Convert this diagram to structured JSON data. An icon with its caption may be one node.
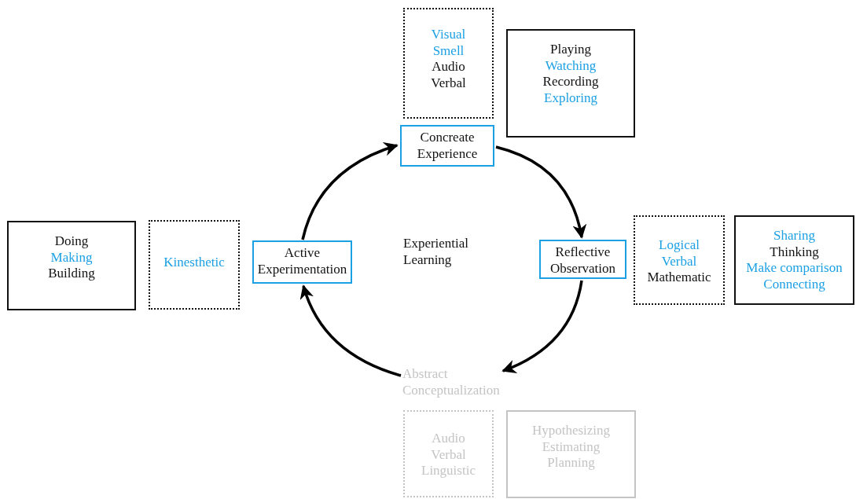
{
  "diagram": {
    "nodes": [
      {
        "text": [
          "Visual",
          "Smell",
          "Audio",
          "Verbal"
        ]
      },
      {
        "text": [
          "Playing",
          "Watching",
          "Recording",
          "Exploring"
        ]
      },
      {
        "text": [
          "Concreate Experience"
        ]
      },
      {
        "text": [
          "Doing",
          "Making",
          "Building"
        ]
      },
      {
        "text": [
          "Kinesthetic"
        ]
      },
      {
        "text": [
          "Active Experimentation"
        ]
      },
      {
        "text": [
          "Reflective Observation"
        ]
      },
      {
        "text": [
          "Logical",
          "Verbal",
          "Mathematic"
        ]
      },
      {
        "text": [
          "Sharing",
          "Thinking",
          "Make comparison",
          "Connecting"
        ]
      },
      {
        "text": [
          "Abstract Conceptualization"
        ]
      },
      {
        "text": [
          "Audio",
          "Verbal",
          "Linguistic"
        ]
      },
      {
        "text": [
          "Hypothesizing",
          "Estimating",
          "Planning"
        ]
      }
    ],
    "edges": [
      {
        "from": 5,
        "to": 2,
        "arrow": "to"
      },
      {
        "from": 2,
        "to": 6,
        "arrow": "to"
      },
      {
        "from": 6,
        "to": 9,
        "arrow": "to"
      },
      {
        "from": 9,
        "to": 5,
        "arrow": "to"
      }
    ],
    "labels": [
      "Experiential Learning"
    ]
  }
}
